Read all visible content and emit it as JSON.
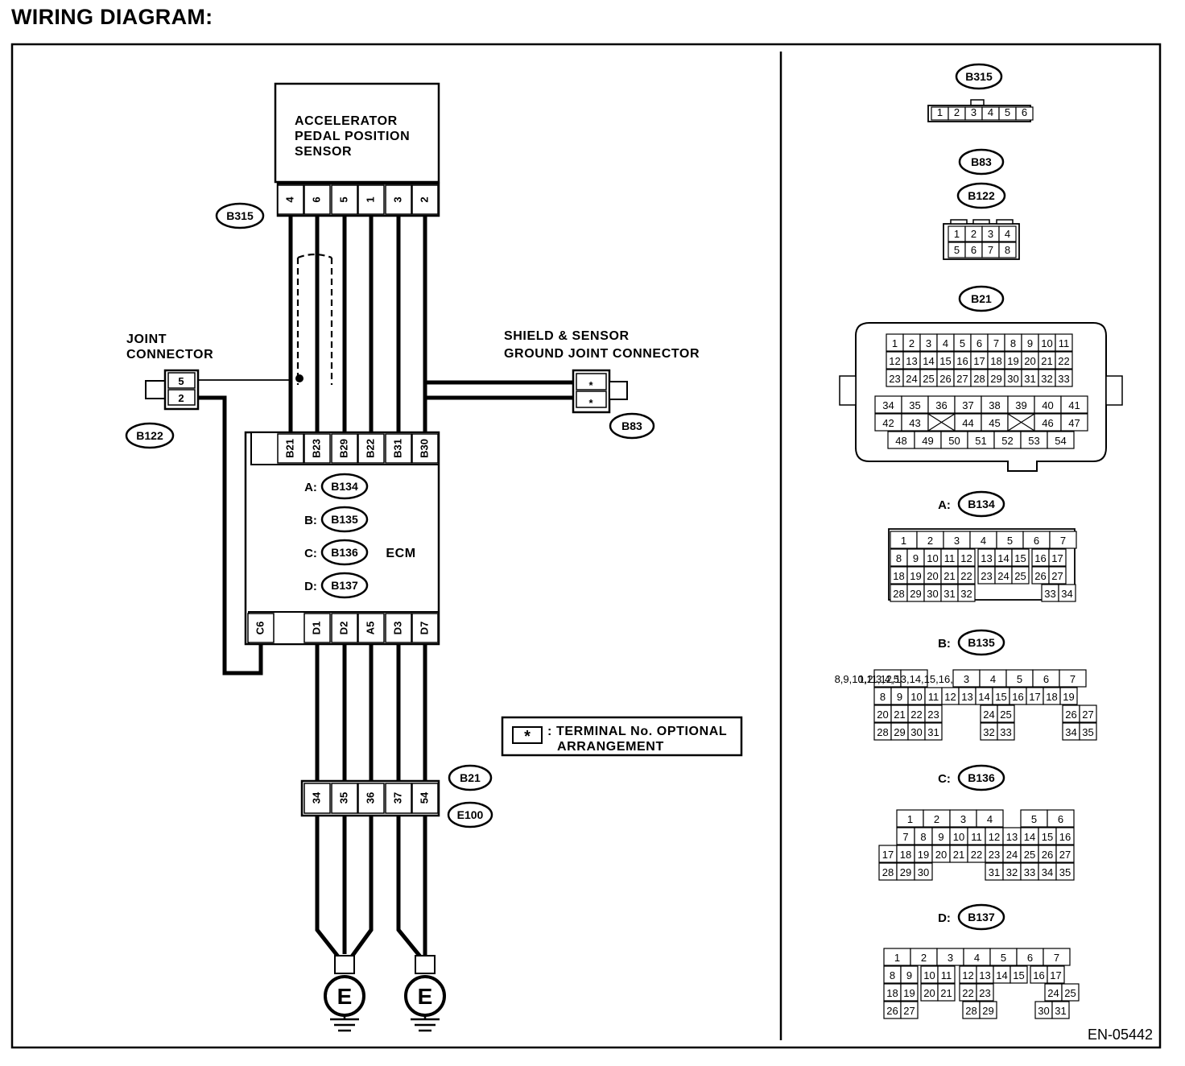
{
  "title": "WIRING DIAGRAM:",
  "figure_code": "EN-05442",
  "sensor": {
    "lines": [
      "ACCELERATOR",
      "PEDAL POSITION",
      "SENSOR"
    ],
    "connector": "B315",
    "pins": [
      "4",
      "6",
      "5",
      "1",
      "3",
      "2"
    ]
  },
  "joint_connector": {
    "lines": [
      "JOINT",
      "CONNECTOR"
    ],
    "connector": "B122",
    "pins": [
      "5",
      "2"
    ]
  },
  "shield_connector": {
    "lines": [
      "SHIELD & SENSOR",
      "GROUND JOINT CONNECTOR"
    ],
    "connector": "B83",
    "pins": [
      "*",
      "*"
    ]
  },
  "ecm": {
    "label": "ECM",
    "top_pins": [
      "B21",
      "B23",
      "B29",
      "B22",
      "B31",
      "B30"
    ],
    "bottom_pins": [
      "C6",
      "D1",
      "D2",
      "A5",
      "D3",
      "D7"
    ],
    "connectors": [
      {
        "prefix": "A:",
        "code": "B134"
      },
      {
        "prefix": "B:",
        "code": "B135"
      },
      {
        "prefix": "C:",
        "code": "B136"
      },
      {
        "prefix": "D:",
        "code": "B137"
      }
    ]
  },
  "lower_connector": {
    "codes": [
      "B21",
      "E100"
    ],
    "pins": [
      "34",
      "35",
      "36",
      "37",
      "54"
    ]
  },
  "ground_label": "E",
  "legend": {
    "symbol": "*",
    "lines": [
      ": TERMINAL No. OPTIONAL",
      "ARRANGEMENT"
    ]
  },
  "connector_views": {
    "b315": {
      "label": "B315",
      "pins": [
        "1",
        "2",
        "3",
        "4",
        "5",
        "6"
      ]
    },
    "b83_b122": {
      "labels": [
        "B83",
        "B122"
      ],
      "rows": [
        [
          "1",
          "2",
          "3",
          "4"
        ],
        [
          "5",
          "6",
          "7",
          "8"
        ]
      ]
    },
    "b21": {
      "label": "B21",
      "upper_rows": [
        [
          "1",
          "2",
          "3",
          "4",
          "5",
          "6",
          "7",
          "8",
          "9",
          "10",
          "11"
        ],
        [
          "12",
          "13",
          "14",
          "15",
          "16",
          "17",
          "18",
          "19",
          "20",
          "21",
          "22"
        ],
        [
          "23",
          "24",
          "25",
          "26",
          "27",
          "28",
          "29",
          "30",
          "31",
          "32",
          "33"
        ]
      ],
      "lower_rows": [
        [
          "34",
          "35",
          "36",
          "37",
          "38",
          "39",
          "40",
          "41"
        ],
        [
          "42",
          "43",
          "",
          "44",
          "45",
          "",
          "46",
          "47"
        ],
        [
          "48",
          "49",
          "50",
          "51",
          "52",
          "53",
          "54"
        ]
      ]
    },
    "b134": {
      "prefix": "A:",
      "label": "B134",
      "rows": [
        [
          "1",
          "2",
          "3",
          "4",
          "5",
          "6",
          "7"
        ],
        [
          "8",
          "9",
          "10",
          "11",
          "12",
          "13",
          "14",
          "15",
          "16",
          "17"
        ],
        [
          "18",
          "19",
          "20",
          "21",
          "22",
          "23",
          "24",
          "25",
          "26",
          "27"
        ],
        [
          "28",
          "29",
          "30",
          "31",
          "32",
          "33",
          "34"
        ]
      ]
    },
    "b135": {
      "prefix": "B:",
      "label": "B135",
      "rows": [
        [
          "1",
          "2",
          "3",
          "4",
          "5",
          "6",
          "7"
        ],
        [
          "8",
          "9",
          "10",
          "11",
          "12",
          "13",
          "14",
          "15",
          "16",
          "17",
          "18",
          "19"
        ],
        [
          "20",
          "21",
          "22",
          "23",
          "24",
          "25",
          "26",
          "27"
        ],
        [
          "28",
          "29",
          "30",
          "31",
          "32",
          "33",
          "34",
          "35"
        ]
      ]
    },
    "b136": {
      "prefix": "C:",
      "label": "B136",
      "rows": [
        [
          "1",
          "2",
          "3",
          "4",
          "5",
          "6"
        ],
        [
          "7",
          "8",
          "9",
          "10",
          "11",
          "12",
          "13",
          "14",
          "15",
          "16"
        ],
        [
          "17",
          "18",
          "19",
          "20",
          "21",
          "22",
          "23",
          "24",
          "25",
          "26",
          "27"
        ],
        [
          "28",
          "29",
          "30",
          "31",
          "32",
          "33",
          "34",
          "35"
        ]
      ]
    },
    "b137": {
      "prefix": "D:",
      "label": "B137",
      "rows": [
        [
          "1",
          "2",
          "3",
          "4",
          "5",
          "6",
          "7"
        ],
        [
          "8",
          "9",
          "10",
          "11",
          "12",
          "13",
          "14",
          "15",
          "16",
          "17"
        ],
        [
          "18",
          "19",
          "20",
          "21",
          "22",
          "23",
          "24",
          "25"
        ],
        [
          "26",
          "27",
          "28",
          "29",
          "30",
          "31"
        ]
      ]
    }
  }
}
